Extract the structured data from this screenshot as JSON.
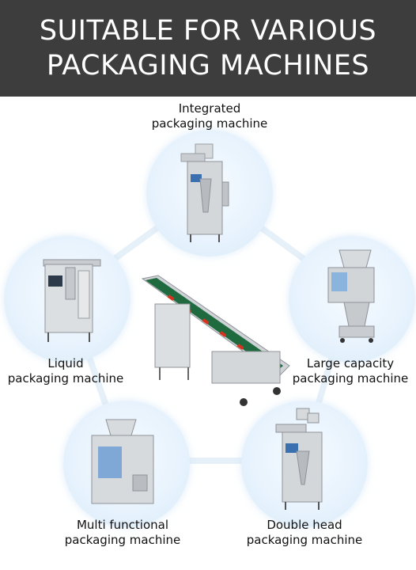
{
  "banner": {
    "line1": "SUITABLE FOR VARIOUS",
    "line2": "PACKAGING MACHINES",
    "background": "#3d3d3d",
    "text_color": "#ffffff"
  },
  "machines": {
    "integrated": {
      "line1": "Integrated",
      "line2": "packaging machine"
    },
    "liquid": {
      "line1": "Liquid",
      "line2": "packaging machine"
    },
    "large_capacity": {
      "line1": "Large capacity",
      "line2": "packaging machine"
    },
    "multi_functional": {
      "line1": "Multi functional",
      "line2": "packaging machine"
    },
    "double_head": {
      "line1": "Double head",
      "line2": "packaging machine"
    }
  },
  "colors": {
    "circle_fill": "#e8f3fd",
    "connector": "#e3eef8",
    "machine_steel": "#c9ccd0",
    "conveyor_belt": "#1f6b3f",
    "bucket": "#d8321f"
  }
}
